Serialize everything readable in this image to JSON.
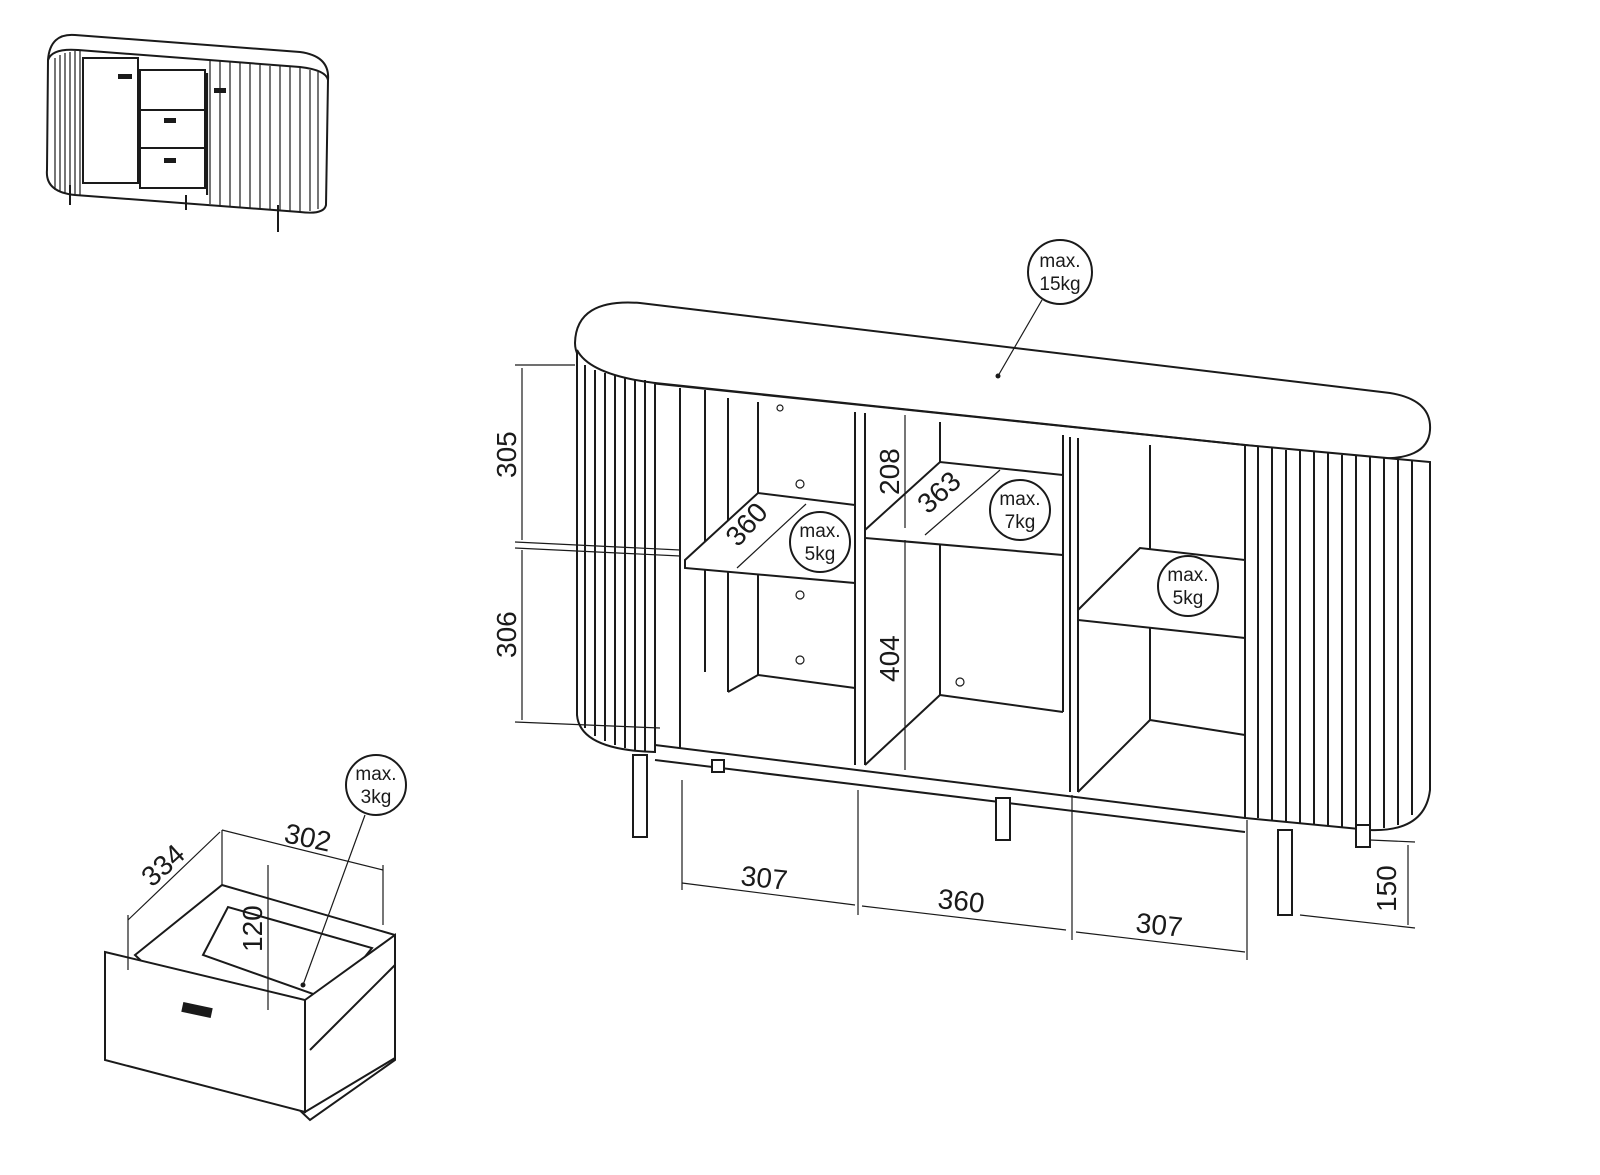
{
  "diagram": {
    "title_labels": {
      "max_prefix": "max."
    },
    "weight_limits": {
      "top": {
        "line1": "max.",
        "line2": "15kg"
      },
      "left_shelf": {
        "line1": "max.",
        "line2": "5kg"
      },
      "middle_shelf": {
        "line1": "max.",
        "line2": "7kg"
      },
      "right_shelf": {
        "line1": "max.",
        "line2": "5kg"
      },
      "drawer": {
        "line1": "max.",
        "line2": "3kg"
      }
    },
    "dimensions": {
      "left_upper_height": "305",
      "left_lower_height": "306",
      "middle_upper_height": "208",
      "middle_lower_height": "404",
      "left_shelf_depth": "360",
      "middle_shelf_depth": "363",
      "left_width": "307",
      "middle_width": "360",
      "right_width": "307",
      "leg_height": "150",
      "drawer_depth": "334",
      "drawer_width": "302",
      "drawer_height": "120"
    }
  }
}
